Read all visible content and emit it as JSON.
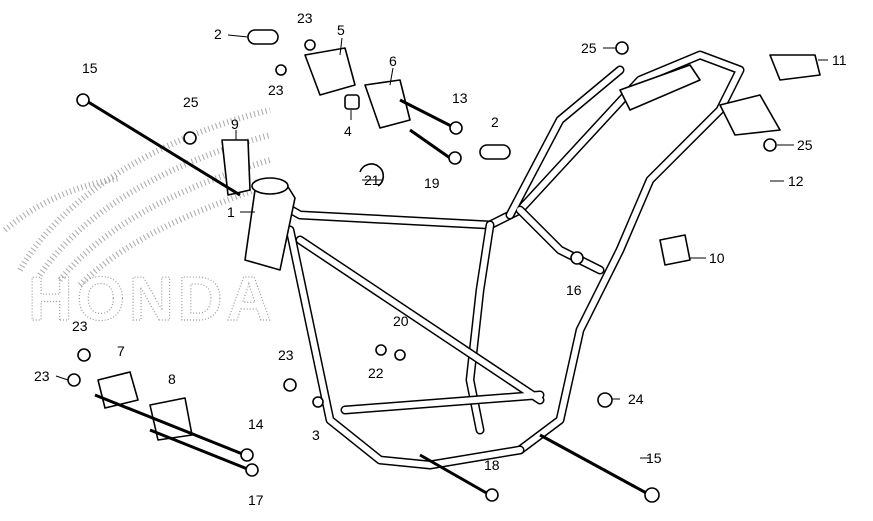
{
  "diagram": {
    "watermark": "HONDA",
    "callouts": [
      "2",
      "23",
      "5",
      "23",
      "6",
      "4",
      "13",
      "15",
      "25",
      "9",
      "2",
      "21",
      "19",
      "1",
      "25",
      "11",
      "25",
      "12",
      "10",
      "16",
      "23",
      "7",
      "23",
      "8",
      "20",
      "23",
      "22",
      "24",
      "3",
      "14",
      "17",
      "18",
      "15"
    ]
  }
}
